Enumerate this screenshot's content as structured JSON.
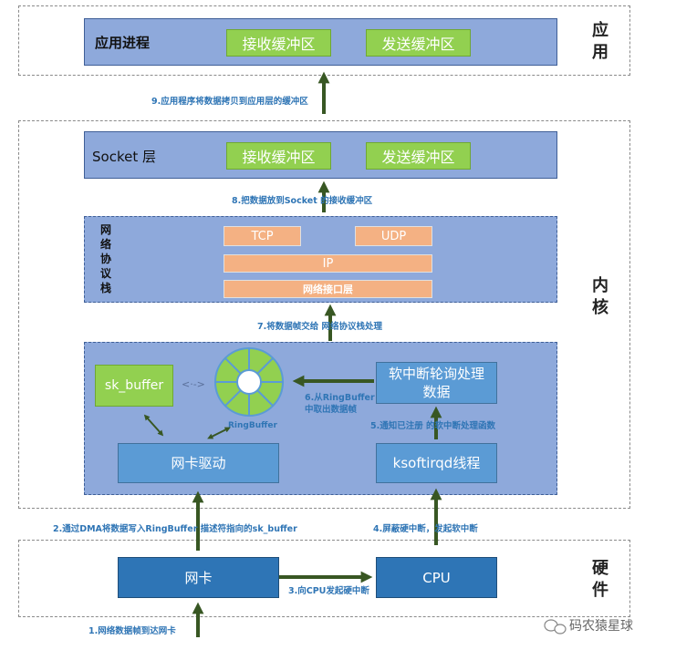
{
  "side_labels": {
    "app": "应\n用",
    "kernel": "内\n核",
    "hardware": "硬\n件"
  },
  "app_layer": {
    "title": "应用进程",
    "recv_buffer": "接收缓冲区",
    "send_buffer": "发送缓冲区"
  },
  "socket_layer": {
    "title": "Socket 层",
    "recv_buffer": "接收缓冲区",
    "send_buffer": "发送缓冲区"
  },
  "protocol_stack": {
    "title": "网\n络\n协\n议\n栈",
    "tcp": "TCP",
    "udp": "UDP",
    "ip": "IP",
    "netif": "网络接口层"
  },
  "driver_area": {
    "sk_buffer": "sk_buffer",
    "ringbuffer": "RingBuffer",
    "nic_driver": "网卡驱动",
    "softirq_poll": "软中断轮询处理\n数据",
    "ksoftirqd": "ksoftirqd线程",
    "link_arrow": "<·->"
  },
  "hardware": {
    "nic": "网卡",
    "cpu": "CPU"
  },
  "steps": {
    "s1": "1.网络数据帧到达网卡",
    "s2": "2.通过DMA将数据写入RingBuffer  描述符指向的sk_buffer",
    "s3": "3.向CPU发起硬中断",
    "s4": "4.屏蔽硬中断，发起软中断",
    "s5": "5.通知已注册   的软中断处理函数",
    "s6": "6.从RingBuffer\n中取出数据帧",
    "s7": "7.将数据帧交给   网络协议栈处理",
    "s8": "8.把数据放到Socket   的接收缓冲区",
    "s9": "9.应用程序将数据拷贝到应用层的缓冲区"
  },
  "watermark": "码农猿星球",
  "colors": {
    "bar_fill": "#8ea9db",
    "green": "#92d050",
    "orange": "#f4b183",
    "blue": "#5b9bd5",
    "dark_blue": "#2e75b6",
    "arrow": "#385723",
    "note_text": "#2f75b5"
  }
}
